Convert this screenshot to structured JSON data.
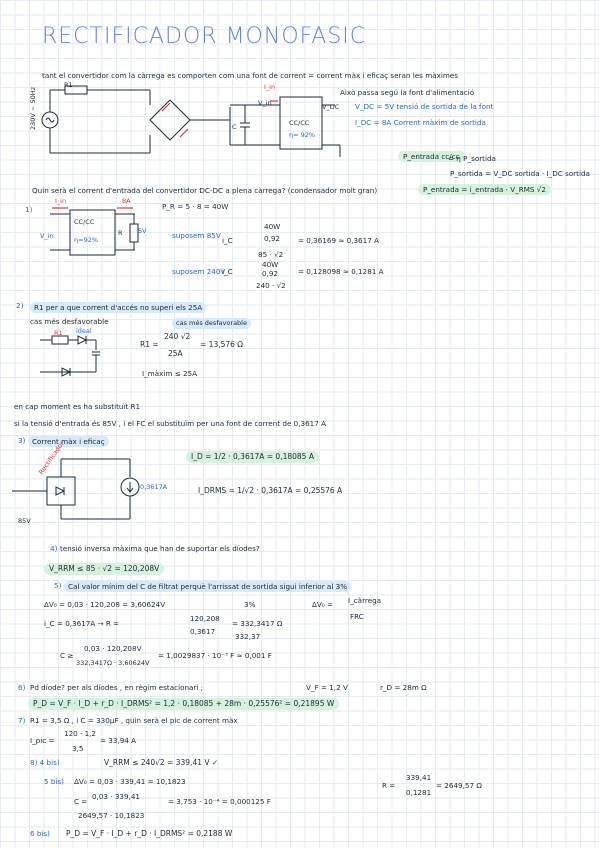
{
  "title": "RECTIFICADOR MONOFASIC",
  "intro": {
    "line1": "tant el convertidor com la càrrega es comporten com una font de corrent = corrent màx i eficaç seran les màximes",
    "note1": "Això passa segú la font d'alimentació",
    "vdc_line": "V_DC = 5V tensió de sortida de la font",
    "idc_line": "I_DC = 8A Corrent màxim de sortida"
  },
  "circuit1": {
    "r_label": "R1",
    "vin": "230V ~ 50Hz",
    "i_in": "I_in",
    "v_in": "V_in",
    "v_dc": "V_DC",
    "c_label": "C",
    "box_line1": "CC/CC",
    "box_line2": "η= 92%"
  },
  "power_box": {
    "p_entrada": "P_entrada cc/cc",
    "eq": "= η P_sortida",
    "p_sortida": "P_sortida = V_DC sortida · I_DC sortida",
    "p_entrada2": "P_entrada = i_entrada · V_RMS √2"
  },
  "question1": "Quin serà el corrent d'entrada del convertidor DC-DC a plena càrrega? (condensador molt gran)",
  "q1": {
    "num": "1)",
    "i_in": "I_in",
    "i_out": "8A",
    "v_in": "V_in",
    "v5": "5V",
    "box1": "CC/CC",
    "box2": "η=92%",
    "r": "R",
    "pr": "P_R = 5 · 8 = 40W",
    "suposem85": "suposem 85V",
    "ic_label": "i_C",
    "frac_top": "40W",
    "frac_mid": "0,92",
    "frac_bot": "85 · √2",
    "res1": "= 0,36169 ≈ 0,3617 A",
    "suposem240": "suposem 240V",
    "frac2_top": "40W",
    "frac2_mid": "0,92",
    "frac2_bot": "240 · √2",
    "res2": "= 0,128098 ≈ 0,1281 A"
  },
  "q2": {
    "num": "2)",
    "text": "R1 per a que corrent d'accés no superi els 25A",
    "text2": "cas més desfavorable",
    "r1": "R1",
    "ideal": "ideal",
    "note": "cas més desfavorable",
    "formula_lhs": "R1 =",
    "formula_top": "240 √2",
    "formula_bot": "25A",
    "formula_res": "= 13,576 Ω",
    "imax": "I_màxim ≤ 25A"
  },
  "mid_text": {
    "line1": "en cap moment es ha substituït R1",
    "line2": "si la tensió d'entrada és 85V , i el FC el substituïm per una font de corrent de 0,3617 A"
  },
  "q3": {
    "num": "3)",
    "text": "Corrent màx i eficaç",
    "v85": "85V",
    "cur": "0,3617A",
    "bridge_lbl": "Rectificador",
    "eq1": "I_D = 1/2 · 0,3617A = 0,18085 A",
    "eq2": "I_DRMS = 1/√2 · 0,3617A = 0,25576 A"
  },
  "q4": {
    "num": "4)",
    "text": "tensió inversa màxima que han de suportar els díodes?",
    "eq": "V_RRM ≤ 85 · √2 = 120,208V"
  },
  "q5": {
    "num": "5)",
    "text": "Cal valor mínim del C de filtrat perquè l'arrissat de sortida sigui inferior al 3%",
    "dv": "ΔV₀ = 0,03 · 120,208 = 3,60624V",
    "pct": "3%",
    "dv2": "ΔV₀ =",
    "dv2_top": "I_càrrega",
    "dv2_bot": "FRC",
    "ic": "i_C = 0,3617A  →  R =",
    "r_top": "120,208",
    "r_bot": "0,3617",
    "r_res": "= 332,3417 Ω",
    "r_res2": "332,37",
    "c_lhs": "C ≥",
    "c_top": "0,03 · 120,208V",
    "c_bot": "332,3417Ω · 3,60624V",
    "c_res": "= 1,0029837 · 10⁻³ F ≈ 0,001 F"
  },
  "q6": {
    "num": "6)",
    "text": "Pd díode? per als díodes , en règim estacionari ;",
    "vf": "V_F = 1,2 V",
    "rd": "r_D = 28m Ω",
    "eq": "P_D = V_F · I_D + r_D · I_DRMS² = 1,2 · 0,18085 + 28m · 0,25576² = 0,21895 W"
  },
  "q7": {
    "num": "7)",
    "text": "R1 = 3,5 Ω , i C = 330μF , quin serà el pic de corrent màx",
    "lhs": "I_pic =",
    "top": "120 · 1,2",
    "bot": "3,5",
    "res": "= 33,94 A"
  },
  "q8": {
    "num": "8) 4 bis)",
    "eq": "V_RRM ≤ 240√2 = 339,41 V ✓",
    "b5": "5 bis)",
    "dv": "ΔV₀ = 0,03 · 339,41 = 10,1823",
    "r": "R =",
    "r_top": "339,41",
    "r_bot": "0,1281",
    "r_res": "= 2649,57 Ω",
    "c": "C =",
    "c_top": "0,03 · 339,41",
    "c_bot": "2649,57 · 10,1823",
    "c_res": "= 3,753 · 10⁻⁴ = 0,000125 F",
    "b6": "6 bis)",
    "pd": "P_D = V_F · I_D + r_D · I_DRMS² = 0,2188 W"
  }
}
